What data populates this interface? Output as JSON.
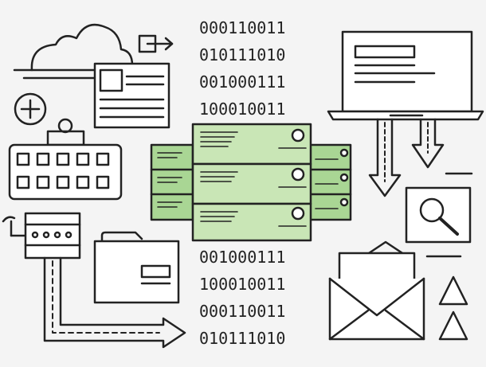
{
  "binary_top": [
    "000110011",
    "010111010",
    "001000111",
    "100010011"
  ],
  "binary_bottom": [
    "001000111",
    "100010011",
    "000110011",
    "010111010"
  ],
  "colors": {
    "stroke": "#222222",
    "server_fill": "#c9e6b6",
    "server_fill_back": "#a9d694",
    "background": "#f4f4f4",
    "paper": "#ffffff"
  },
  "icons": [
    "cloud-icon",
    "export-arrow-icon",
    "document-card-icon",
    "plus-circle-icon",
    "keypad-device-icon",
    "router-icon",
    "folder-icon",
    "dashed-arrow-icon",
    "server-stack-icon",
    "laptop-icon",
    "download-arrows-icon",
    "magnifier-card-icon",
    "envelope-letter-icon",
    "triangle-icon"
  ]
}
